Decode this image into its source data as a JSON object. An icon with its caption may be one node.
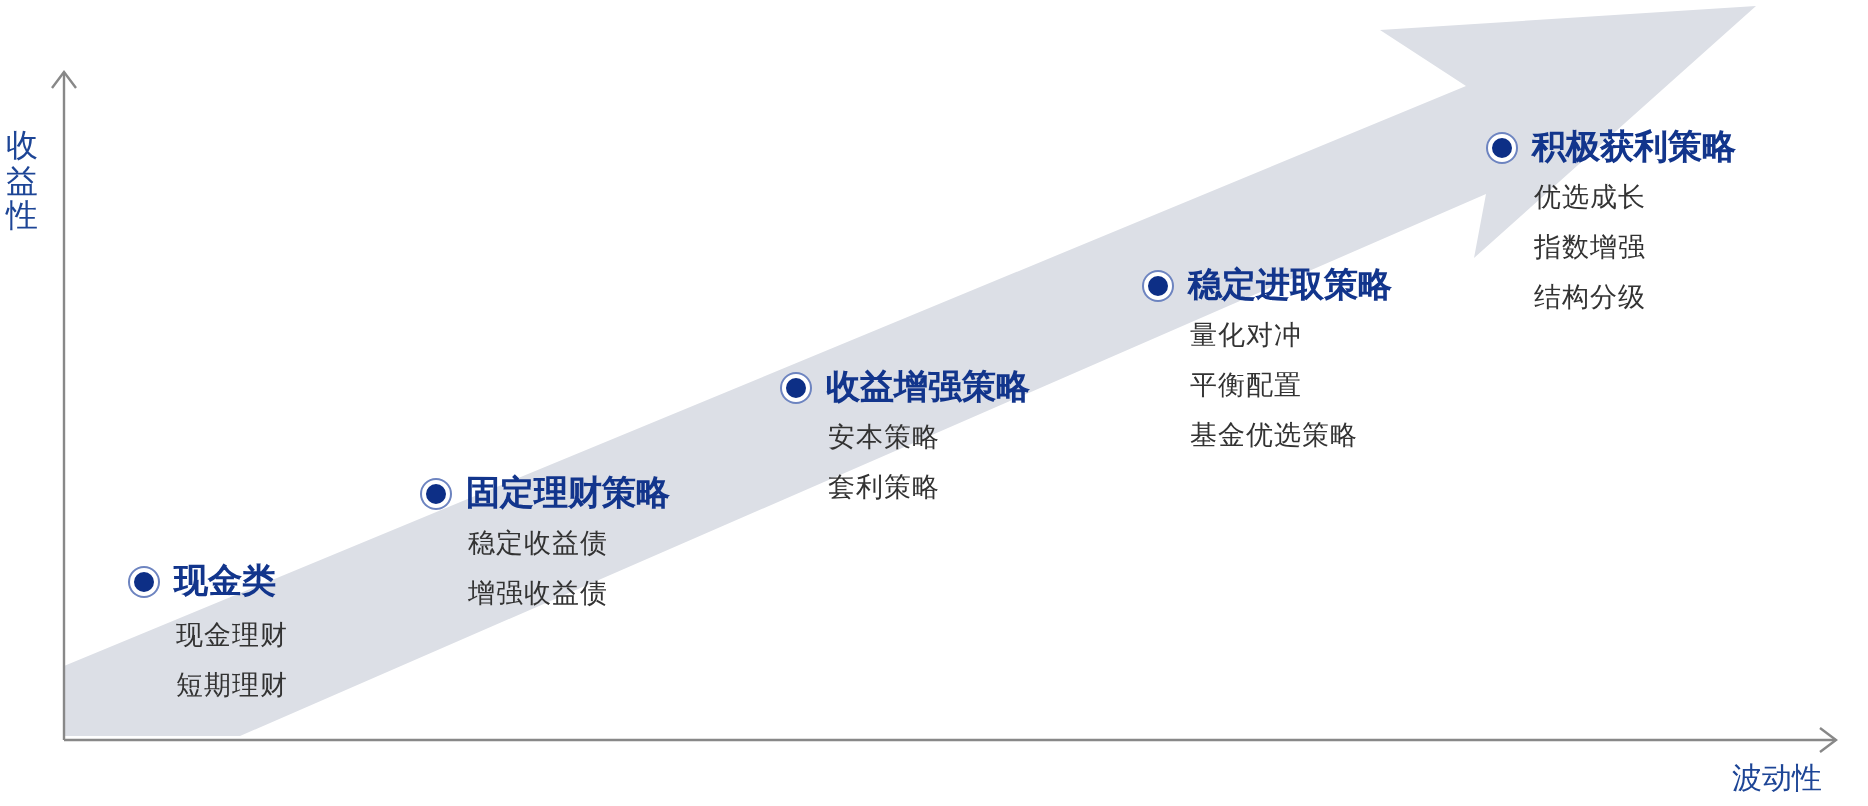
{
  "diagram": {
    "nodes": [
      {
        "text": [
          "现金类",
          "现金理财",
          "短期理财"
        ]
      },
      {
        "text": [
          "固定理财策略",
          "稳定收益债",
          "增强收益债"
        ]
      },
      {
        "text": [
          "收益增强策略",
          "安本策略",
          "套利策略"
        ]
      },
      {
        "text": [
          "稳定进取策略",
          "量化对冲",
          "平衡配置",
          "基金优选策略"
        ]
      },
      {
        "text": [
          "积极获利策略",
          "优选成长",
          "指数增强",
          "结构分级"
        ]
      }
    ],
    "labels": [
      "收益性",
      "波动性"
    ]
  }
}
